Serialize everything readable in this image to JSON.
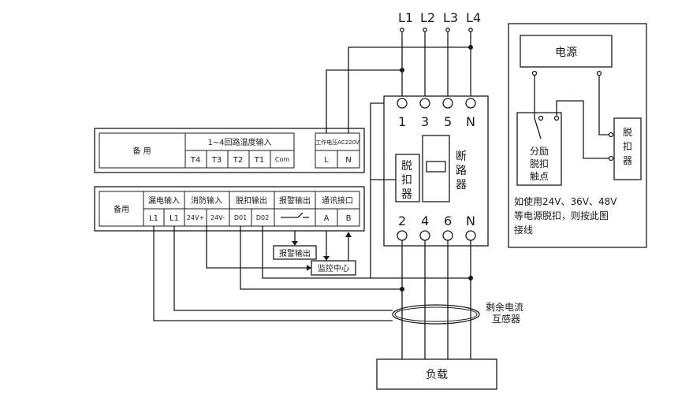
{
  "phases": [
    "L1",
    "L2",
    "L3",
    "L4"
  ],
  "breaker": {
    "top_terminals": [
      "1",
      "3",
      "5",
      "N"
    ],
    "bottom_terminals": [
      "2",
      "4",
      "6",
      "N"
    ],
    "trip_label": [
      "脱",
      "扣",
      "器"
    ],
    "breaker_label": [
      "断",
      "路",
      "器"
    ]
  },
  "temp_block": {
    "spare_label": "备 用",
    "header": "1~4回路温度输入",
    "cells": [
      "T4",
      "T3",
      "T2",
      "T1",
      "Com"
    ],
    "power_header": "工作电压AC220V",
    "power_cells": [
      "L",
      "N"
    ]
  },
  "io_block": {
    "spare_label": "备用",
    "groups": [
      "漏电输入",
      "消防输入",
      "脱扣输出",
      "报警输出",
      "通讯接口"
    ],
    "cells": [
      "L1",
      "L1",
      "24V+",
      "24V-",
      "D01",
      "D02",
      "",
      "A",
      "B"
    ]
  },
  "alarm_output": "报警输出",
  "monitor_center": "监控中心",
  "ct_label": [
    "剩余电流",
    "互感器"
  ],
  "load_label": "负载",
  "right_panel": {
    "power": "电源",
    "shunt": [
      "分励",
      "脱扣",
      "触点"
    ],
    "trip": [
      "脱",
      "扣",
      "器"
    ],
    "note": [
      "如使用24V、36V、48V",
      "等电源脱扣，则按此图",
      "接线"
    ]
  }
}
